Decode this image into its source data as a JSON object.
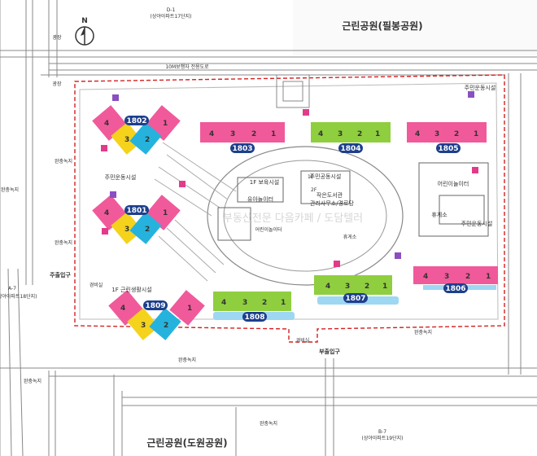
{
  "title_park_top": "근린공원(필봉공원)",
  "title_park_bottom": "근린공원(도원공원)",
  "north": "N",
  "road_top_code": "D-1",
  "road_top_sub": "(상야아파트17단지)",
  "road_pedestrian": "10M보행자 전용도로",
  "plaza_left": "광장",
  "plaza_left2": "광장",
  "green_left": "완충녹지",
  "green_left2": "완충녹지",
  "green_left3": "완충녹지",
  "green_left4": "완충녹지",
  "green_bottom": "완충녹지",
  "green_bottom2": "완충녹지",
  "green_right": "완충녹지",
  "block_a7": "A-7",
  "block_a7_sub": "(상야아파트18단지)",
  "block_b7": "B-7",
  "block_b7_sub": "(상야아파트19단지)",
  "entrance_main": "주출입구",
  "entrance_sub": "부출입구",
  "guard": "경비실",
  "guard2": "경비실",
  "sports_top_right": "주민운동시설",
  "sports_left": "주민운동시설",
  "sports_right": "주민운동시설",
  "playground_right": "어린이놀이터",
  "rest_area": "휴게소",
  "rest_area2": "휴게소",
  "community_1f": "1F 보육시설",
  "community_kids": "유아놀이터",
  "community_kids2": "어린이놀이터",
  "community_1f_right": "1F",
  "community_common": "주민공동시설",
  "community_2f": "2F",
  "community_library": "작은도서관",
  "community_office": "관리사무소/경로당",
  "neighborhood_facility": "1F 근린생활시설",
  "watermark": "부동산전문 다음카페 / 도담텔러",
  "buildings": [
    {
      "id": "1802",
      "color": "pink"
    },
    {
      "id": "1801",
      "color": "pink"
    },
    {
      "id": "1809",
      "color": "pink"
    },
    {
      "id": "1803",
      "color": "pink"
    },
    {
      "id": "1804",
      "color": "green"
    },
    {
      "id": "1805",
      "color": "pink"
    },
    {
      "id": "1806",
      "color": "pink"
    },
    {
      "id": "1807",
      "color": "green"
    },
    {
      "id": "1808",
      "color": "green"
    }
  ],
  "unit_numbers": [
    "1",
    "2",
    "3",
    "4"
  ],
  "colors": {
    "pink": "#f05a9a",
    "green": "#8fce3f",
    "yellow": "#f5d21c",
    "cyan": "#25b3dd",
    "navy": "#1d3f8c",
    "dash": "#d32020",
    "blue_water": "#9ed7f2"
  }
}
